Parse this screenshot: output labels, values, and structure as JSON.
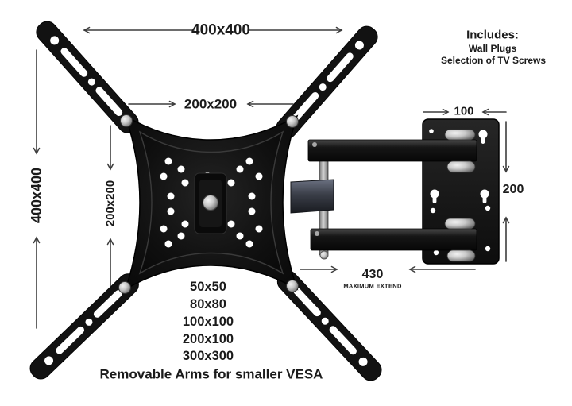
{
  "diagram": {
    "dimensions": {
      "top_width": "400x400",
      "inner_width": "200x200",
      "left_height": "400x400",
      "inner_height": "200x200",
      "wall_plate_width": "100",
      "wall_plate_height": "200",
      "max_extend": "430",
      "max_extend_caption": "MAXIMUM EXTEND"
    },
    "includes": {
      "title": "Includes:",
      "items": [
        "Wall Plugs",
        "Selection of TV Screws"
      ]
    },
    "vesa_sizes": [
      "50x50",
      "80x80",
      "100x100",
      "200x100",
      "300x300"
    ],
    "footnote": "Removable Arms for smaller VESA",
    "colors": {
      "background": "#ffffff",
      "text": "#1b1b1b",
      "arrow": "#3d3d3d",
      "bracket": "#111111"
    }
  }
}
